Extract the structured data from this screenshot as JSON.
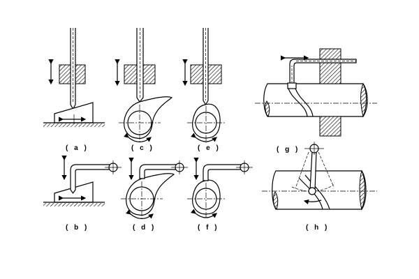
{
  "figure": {
    "panels": [
      {
        "id": "a",
        "label": "( a )"
      },
      {
        "id": "b",
        "label": "( b )"
      },
      {
        "id": "c",
        "label": "( c )"
      },
      {
        "id": "d",
        "label": "( d )"
      },
      {
        "id": "e",
        "label": "( e )"
      },
      {
        "id": "f",
        "label": "( f )"
      },
      {
        "id": "g",
        "label": "( g )"
      },
      {
        "id": "h",
        "label": "( h )"
      }
    ]
  }
}
